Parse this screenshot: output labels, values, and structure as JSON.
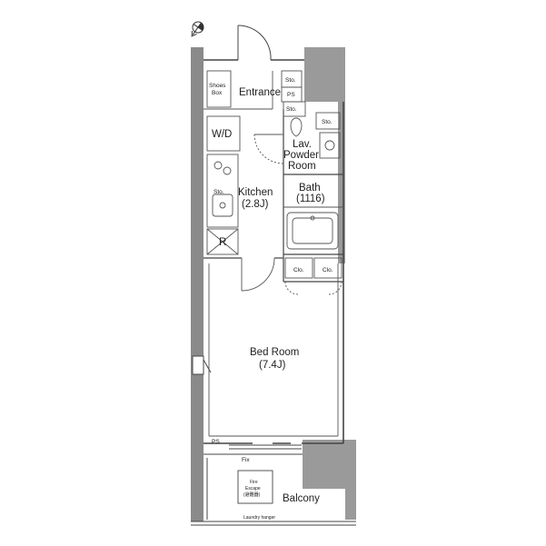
{
  "plan": {
    "rooms": {
      "entrance": "Entrance",
      "wd": "W/D",
      "lav_line1": "Lav.",
      "lav_line2": "Powder",
      "lav_line3": "Room",
      "kitchen": "Kitchen",
      "kitchen_size": "(2.8J)",
      "bath": "Bath",
      "bath_size": "(1116)",
      "bedroom": "Bed Room",
      "bedroom_size": "(7.4J)",
      "balcony": "Balcony"
    },
    "labels": {
      "shoes_box_1": "Shoes",
      "shoes_box_2": "Box",
      "sto_entrance": "Sto.",
      "ps_entrance": "PS",
      "sto_lav": "Sto.",
      "sto_right": "Sto.",
      "sto_kitchen": "Sto.",
      "refrigerator": "R",
      "clo_left": "Clo.",
      "clo_right": "Clo.",
      "ps_bedroom": "PS",
      "fix": "Fix",
      "fire_1": "Fire",
      "fire_2": "Escape",
      "fire_3": "(避難器)",
      "laundry_hanger": "Laundry hanger"
    },
    "colors": {
      "wall": "#8a8a8a",
      "line": "#444444",
      "shaft": "#9a9a9a"
    },
    "icons": [
      "compass-icon"
    ]
  }
}
